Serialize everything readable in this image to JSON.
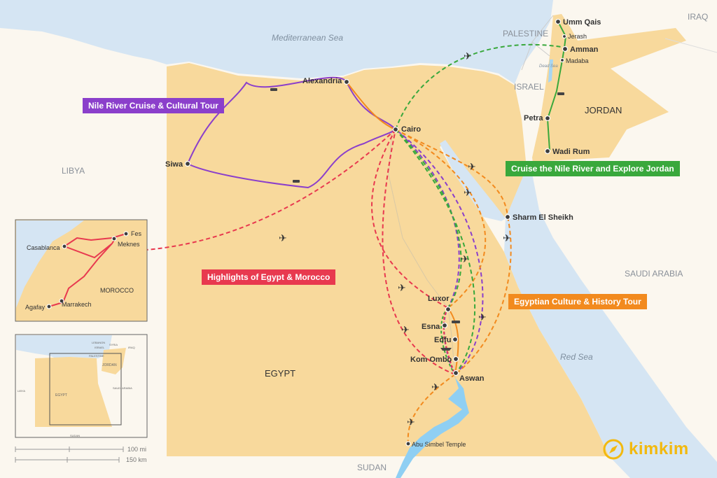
{
  "colors": {
    "sea": "#d5e5f3",
    "egypt_land": "#f8d99c",
    "other_land": "#fbf7ef",
    "purple": "#8b3fcb",
    "red": "#e8394f",
    "green": "#39a83c",
    "orange": "#f28a1e",
    "logo": "#f2b90f"
  },
  "seas": {
    "mediterranean": "Mediterranean Sea",
    "red_sea": "Red Sea",
    "dead_sea": "Dead Sea"
  },
  "countries": {
    "libya": "LIBYA",
    "egypt": "EGYPT",
    "jordan": "JORDAN",
    "saudi": "SAUDI ARABIA",
    "israel": "ISRAEL",
    "palestine": "PALESTINE",
    "iraq": "IRAQ",
    "sudan": "SUDAN",
    "morocco": "MOROCCO"
  },
  "cities": {
    "alexandria": "Alexandria",
    "cairo": "Cairo",
    "siwa": "Siwa",
    "luxor": "Luxor",
    "esna": "Esna",
    "edfu": "Edfu",
    "kom_ombo": "Kom Ombo",
    "aswan": "Aswan",
    "abu_simbel": "Abu Simbel Temple",
    "sharm": "Sharm El Sheikh",
    "umm_qais": "Umm Qais",
    "jerash": "Jerash",
    "amman": "Amman",
    "madaba": "Madaba",
    "petra": "Petra",
    "wadi_rum": "Wadi Rum",
    "casablanca": "Casablanca",
    "fes": "Fes",
    "meknes": "Meknes",
    "marrakech": "Marrakech",
    "agafay": "Agafay"
  },
  "routes": [
    {
      "name": "Nile River Cruise & Cultural Tour",
      "color": "#8b3fcb"
    },
    {
      "name": "Cruise the Nile River and Explore Jordan",
      "color": "#39a83c"
    },
    {
      "name": "Highlights of Egypt & Morocco",
      "color": "#e8394f"
    },
    {
      "name": "Egyptian Culture & History Tour",
      "color": "#f28a1e"
    }
  ],
  "overview_map": {
    "lebanon": "LEBANON",
    "syria": "SYRIA",
    "israel": "ISRAEL",
    "palestine": "PALESTINE",
    "iraq": "IRAQ",
    "jordan": "JORDAN",
    "libya": "LIBYA",
    "egypt": "EGYPT",
    "saudi": "SAUDI ARABIA",
    "sudan": "SUDAN"
  },
  "scale": {
    "miles": "100 mi",
    "km": "150 km"
  },
  "logo": {
    "text": "kimkim"
  }
}
